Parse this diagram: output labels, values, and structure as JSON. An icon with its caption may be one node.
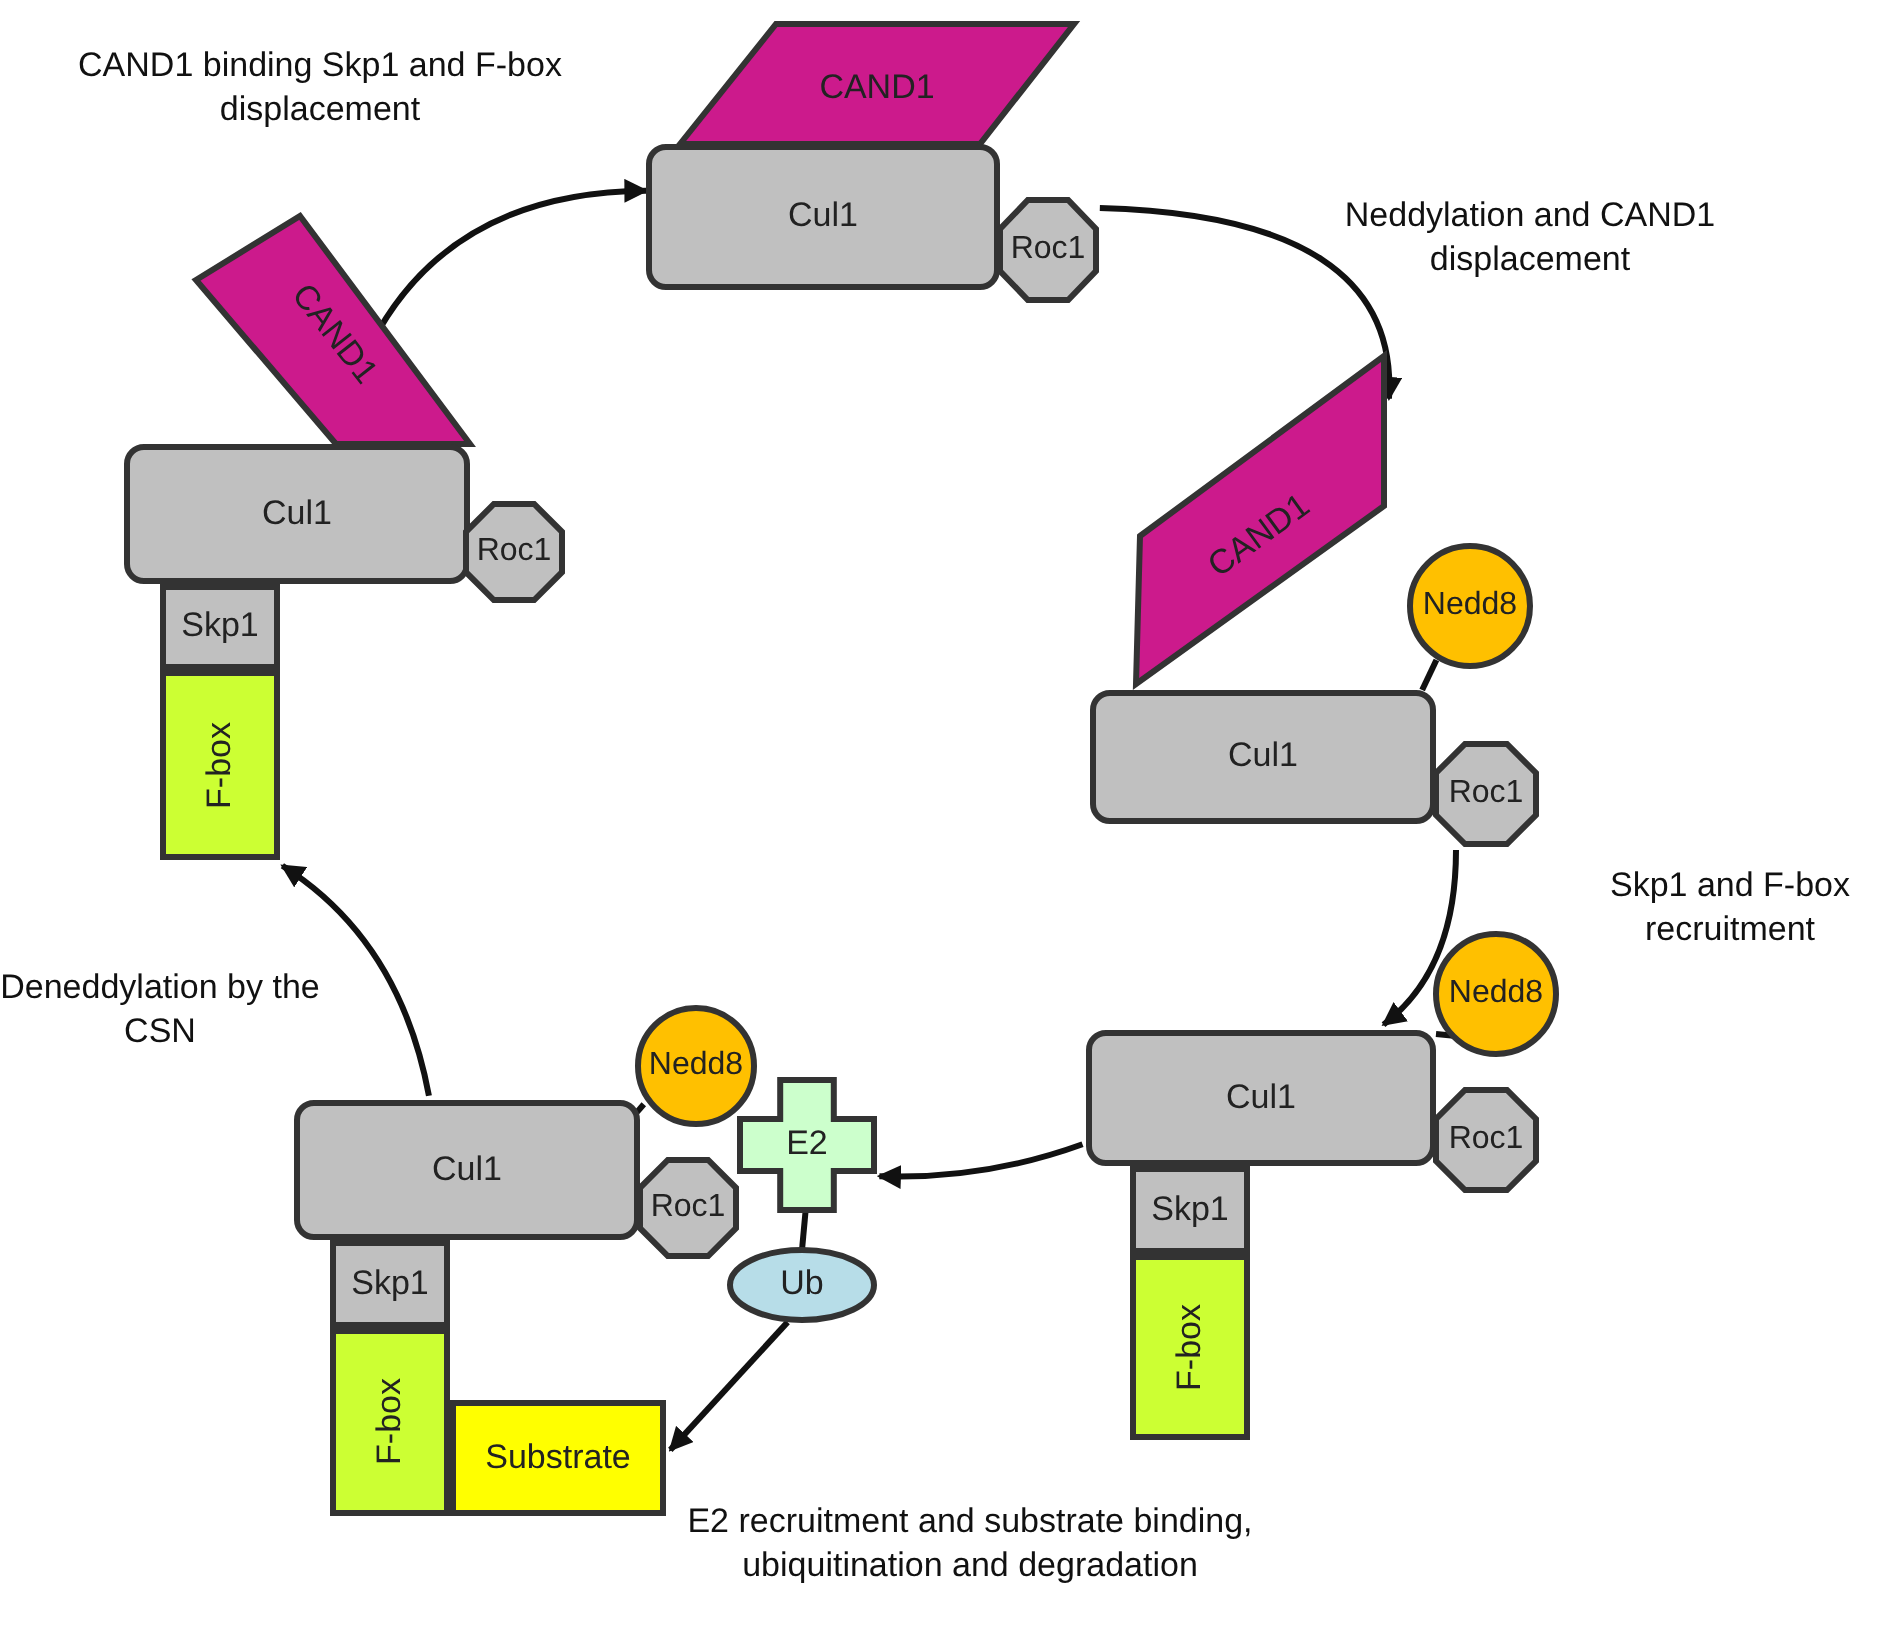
{
  "diagram": {
    "nodes": [
      {
        "text": [
          "CAND1"
        ]
      },
      {
        "text": [
          "Cul1"
        ]
      },
      {
        "text": [
          "Roc1"
        ]
      },
      {
        "text": [
          "Skp1"
        ]
      },
      {
        "text": [
          "F-box"
        ]
      },
      {
        "text": [
          "CAND1"
        ]
      },
      {
        "text": [
          "Cul1"
        ]
      },
      {
        "text": [
          "Roc1"
        ]
      },
      {
        "text": [
          "CAND1"
        ]
      },
      {
        "text": [
          "Nedd8"
        ]
      },
      {
        "text": [
          "Cul1"
        ]
      },
      {
        "text": [
          "Roc1"
        ]
      },
      {
        "text": [
          "Nedd8"
        ]
      },
      {
        "text": [
          "Cul1"
        ]
      },
      {
        "text": [
          "Roc1"
        ]
      },
      {
        "text": [
          "Skp1"
        ]
      },
      {
        "text": [
          "F-box"
        ]
      },
      {
        "text": [
          "Nedd8"
        ]
      },
      {
        "text": [
          "E2"
        ]
      },
      {
        "text": [
          "Cul1"
        ]
      },
      {
        "text": [
          "Roc1"
        ]
      },
      {
        "text": [
          "Ub"
        ]
      },
      {
        "text": [
          "Skp1"
        ]
      },
      {
        "text": [
          "F-box"
        ]
      },
      {
        "text": [
          "Substrate"
        ]
      }
    ],
    "edges": [
      {
        "from": 0,
        "to": 6,
        "arrow": "to"
      },
      {
        "from": 7,
        "to": 8,
        "arrow": "to"
      },
      {
        "from": 11,
        "to": 13,
        "arrow": "to"
      },
      {
        "from": 13,
        "to": 18,
        "arrow": "to"
      },
      {
        "from": 19,
        "to": 4,
        "arrow": "to"
      },
      {
        "from": 21,
        "to": 24,
        "arrow": "to"
      },
      {
        "from": 9,
        "to": 10,
        "arrow": "none"
      },
      {
        "from": 12,
        "to": 13,
        "arrow": "none"
      },
      {
        "from": 17,
        "to": 19,
        "arrow": "none"
      },
      {
        "from": 18,
        "to": 21,
        "arrow": "none"
      }
    ],
    "labels": [
      "CAND1 binding Skp1 and F-box displacement",
      "Neddylation and CAND1 displacement",
      "Skp1 and F-box recruitment",
      "Deneddylation by the CSN",
      "E2 recruitment and substrate binding, ubiquitination and degradation"
    ]
  }
}
